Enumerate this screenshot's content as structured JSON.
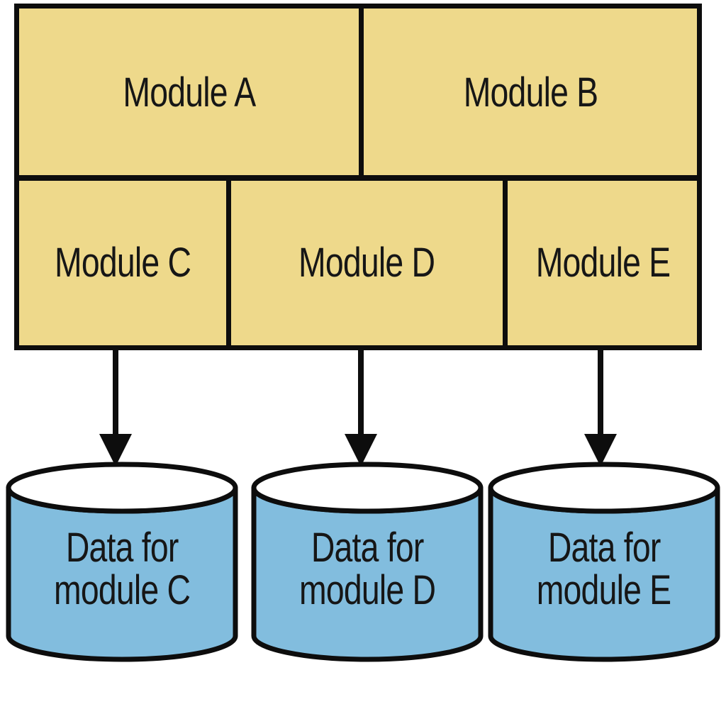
{
  "modules": [
    {
      "id": "A",
      "label": "Module A"
    },
    {
      "id": "B",
      "label": "Module B"
    },
    {
      "id": "C",
      "label": "Module C"
    },
    {
      "id": "D",
      "label": "Module D"
    },
    {
      "id": "E",
      "label": "Module E"
    }
  ],
  "datastores": [
    {
      "id": "C",
      "line1": "Data for",
      "line2": "module C"
    },
    {
      "id": "D",
      "line1": "Data for",
      "line2": "module D"
    },
    {
      "id": "E",
      "line1": "Data for",
      "line2": "module E"
    }
  ],
  "connections": [
    {
      "from": "Module C",
      "to": "Data for module C"
    },
    {
      "from": "Module D",
      "to": "Data for module D"
    },
    {
      "from": "Module E",
      "to": "Data for module E"
    }
  ],
  "colors": {
    "module_fill": "#eed98b",
    "datastore_fill": "#82bdde",
    "datastore_top_fill": "#ffffff",
    "outline": "#0d0d0d",
    "background": "#ffffff"
  }
}
